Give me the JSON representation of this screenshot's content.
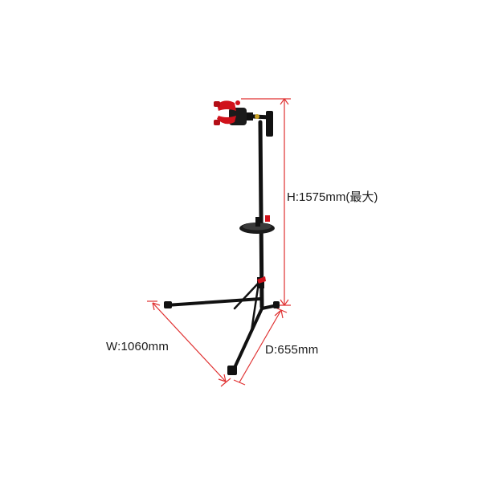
{
  "product": {
    "name": "bicycle-repair-stand",
    "frame_color": "#111111",
    "clamp_color": "#d0121b",
    "dimension_line_color": "#e03131"
  },
  "dimensions": {
    "height": {
      "label": "H:1575mm(最大)",
      "value_mm": 1575,
      "note": "最大"
    },
    "width": {
      "label": "W:1060mm",
      "value_mm": 1060
    },
    "depth": {
      "label": "D:655mm",
      "value_mm": 655
    }
  }
}
